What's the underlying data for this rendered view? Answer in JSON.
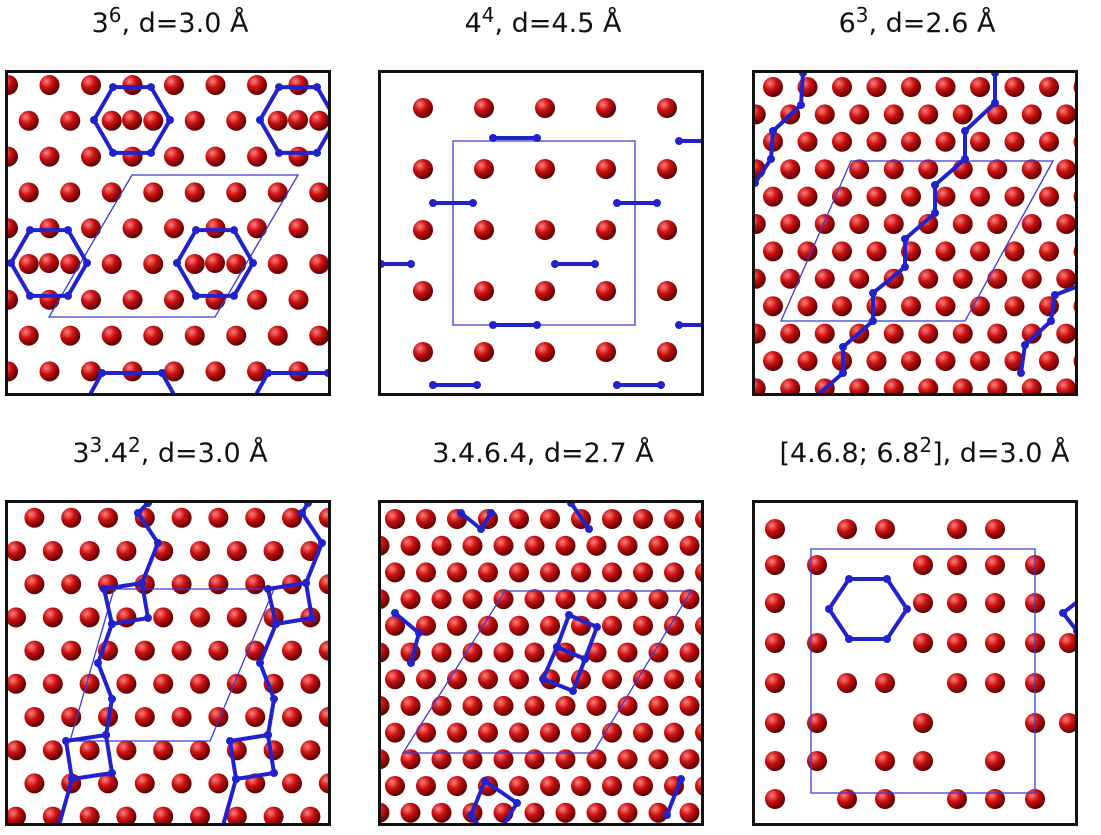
{
  "panels": [
    {
      "label": {
        "base": "3",
        "sup": "6",
        "rest": ", d=3.0 Å"
      }
    },
    {
      "label": {
        "base": "4",
        "sup": "4",
        "rest": ", d=4.5 Å"
      }
    },
    {
      "label": {
        "base": "6",
        "sup": "3",
        "rest": ", d=2.6 Å"
      }
    },
    {
      "label": {
        "base": "3",
        "sup": "3",
        "rest": ".4",
        "sup2": "2",
        "rest2": ", d=3.0 Å"
      }
    },
    {
      "label": {
        "base": "3.4.6.4, d=2.7 Å"
      }
    },
    {
      "label": {
        "base": "[4.6.8; 6.8",
        "sup": "2",
        "rest": "], d=3.0 Å"
      }
    }
  ],
  "colors": {
    "atom": "#cc1111",
    "atom_highlight": "#ff8080",
    "bond": "#2222cc",
    "cell": "#3a3ad8",
    "frame": "#111111"
  }
}
